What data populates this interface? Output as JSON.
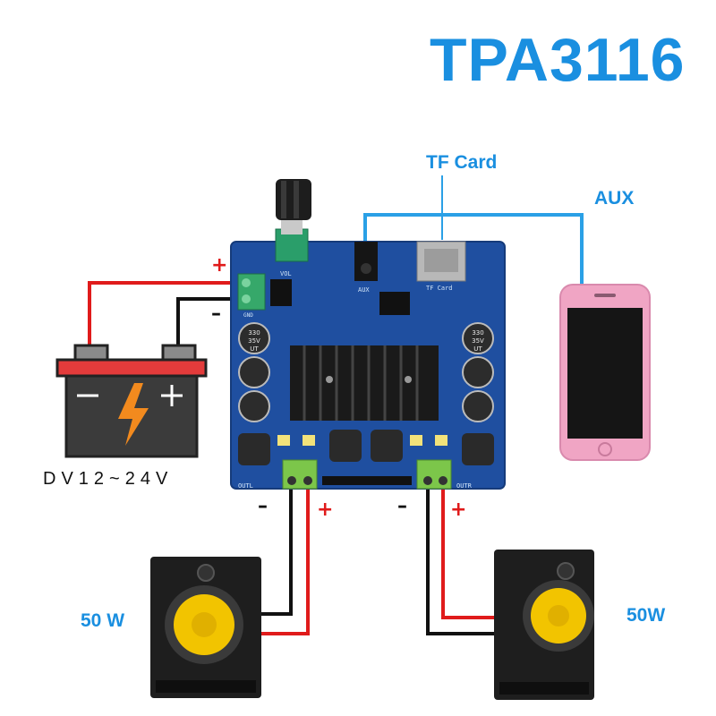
{
  "title": "TPA3116",
  "labels": {
    "tf_card": "TF Card",
    "aux": "AUX",
    "voltage": "DV12~24V",
    "speaker_left_power": "50 W",
    "speaker_right_power": "50W"
  },
  "polarity": {
    "plus": "+",
    "minus": "–"
  },
  "board_silkscreen": {
    "vol": "VOL",
    "aux": "AUX",
    "tf_card": "TF Card",
    "outl": "OUTL",
    "outr": "OUTR",
    "gnd": "GND",
    "cap_value": "330",
    "cap_voltage": "35V",
    "cap_series": "UT"
  },
  "colors": {
    "title_blue": "#1a8fe0",
    "wire_red": "#e01b1b",
    "wire_black": "#111111",
    "wire_blue": "#2aa0e6",
    "pcb_blue": "#1f4fa0",
    "phone_pink": "#f0a5c4",
    "speaker_cone": "#f2c400"
  }
}
